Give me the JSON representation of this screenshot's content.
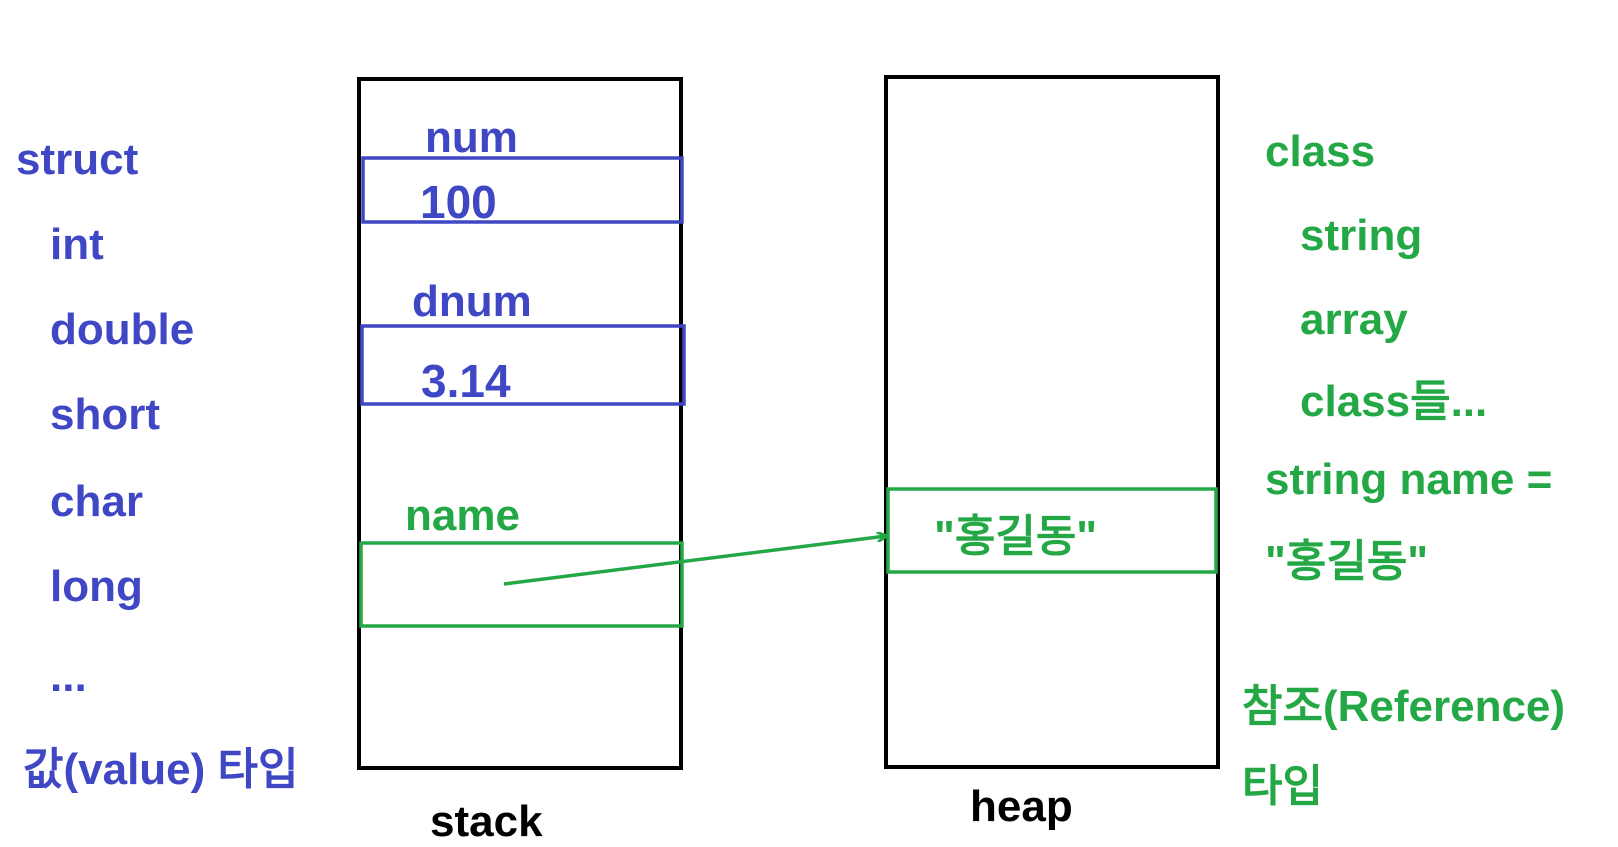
{
  "colors": {
    "value_type": "#3f47c4",
    "reference_type": "#24a846",
    "outline": "#000000"
  },
  "value_types": {
    "items": [
      "struct",
      "int",
      "double",
      "short",
      "char",
      "long",
      "..."
    ],
    "caption": "값(value) 타입"
  },
  "stack": {
    "label": "stack",
    "slots": [
      {
        "name": "num",
        "value": "100"
      },
      {
        "name": "dnum",
        "value": "3.14"
      },
      {
        "name": "name",
        "value": ""
      }
    ]
  },
  "heap": {
    "label": "heap",
    "object_value": "\"홍길동\""
  },
  "reference_types": {
    "items": [
      "class",
      "string",
      "array",
      "class들..."
    ],
    "example_line1": "string name =",
    "example_line2": "\"홍길동\"",
    "caption_line1": "참조(Reference)",
    "caption_line2": "타입"
  }
}
